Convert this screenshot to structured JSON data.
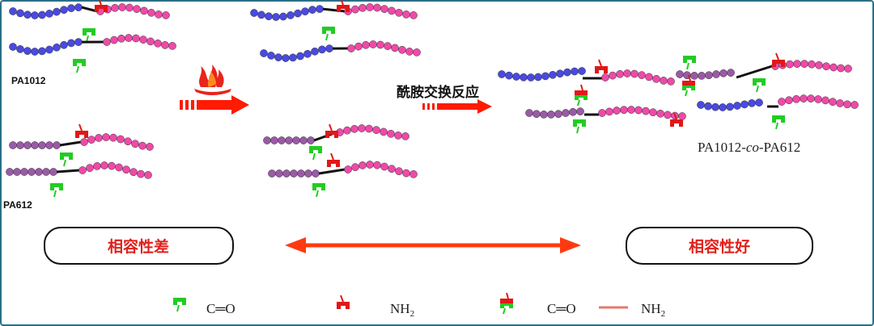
{
  "labels": {
    "pa1012": "PA1012",
    "pa612": "PA612",
    "reaction": "酰胺交换反应",
    "copolymer_prefix": "PA1012-",
    "copolymer_italic": "co",
    "copolymer_suffix": "-PA612",
    "poor_compat": "相容性差",
    "good_compat": "相容性好"
  },
  "legend": {
    "carbonyl": "C═O",
    "amine_main": "NH",
    "amine_sub": "2",
    "bond_left": "C═O",
    "bond_right_main": "NH",
    "bond_right_sub": "2"
  },
  "colors": {
    "pa1012_bead": "#4a4ae0",
    "pa612_bead": "#9a5aa6",
    "pink_bead": "#ee4aa8",
    "carbonyl_green": "#22cc22",
    "amine_red": "#e01818",
    "arrow_red": "#ff1a00",
    "double_arrow": "#ff3a10",
    "border": "#2b6f86"
  },
  "icons": {
    "heat": "flame-icon"
  }
}
